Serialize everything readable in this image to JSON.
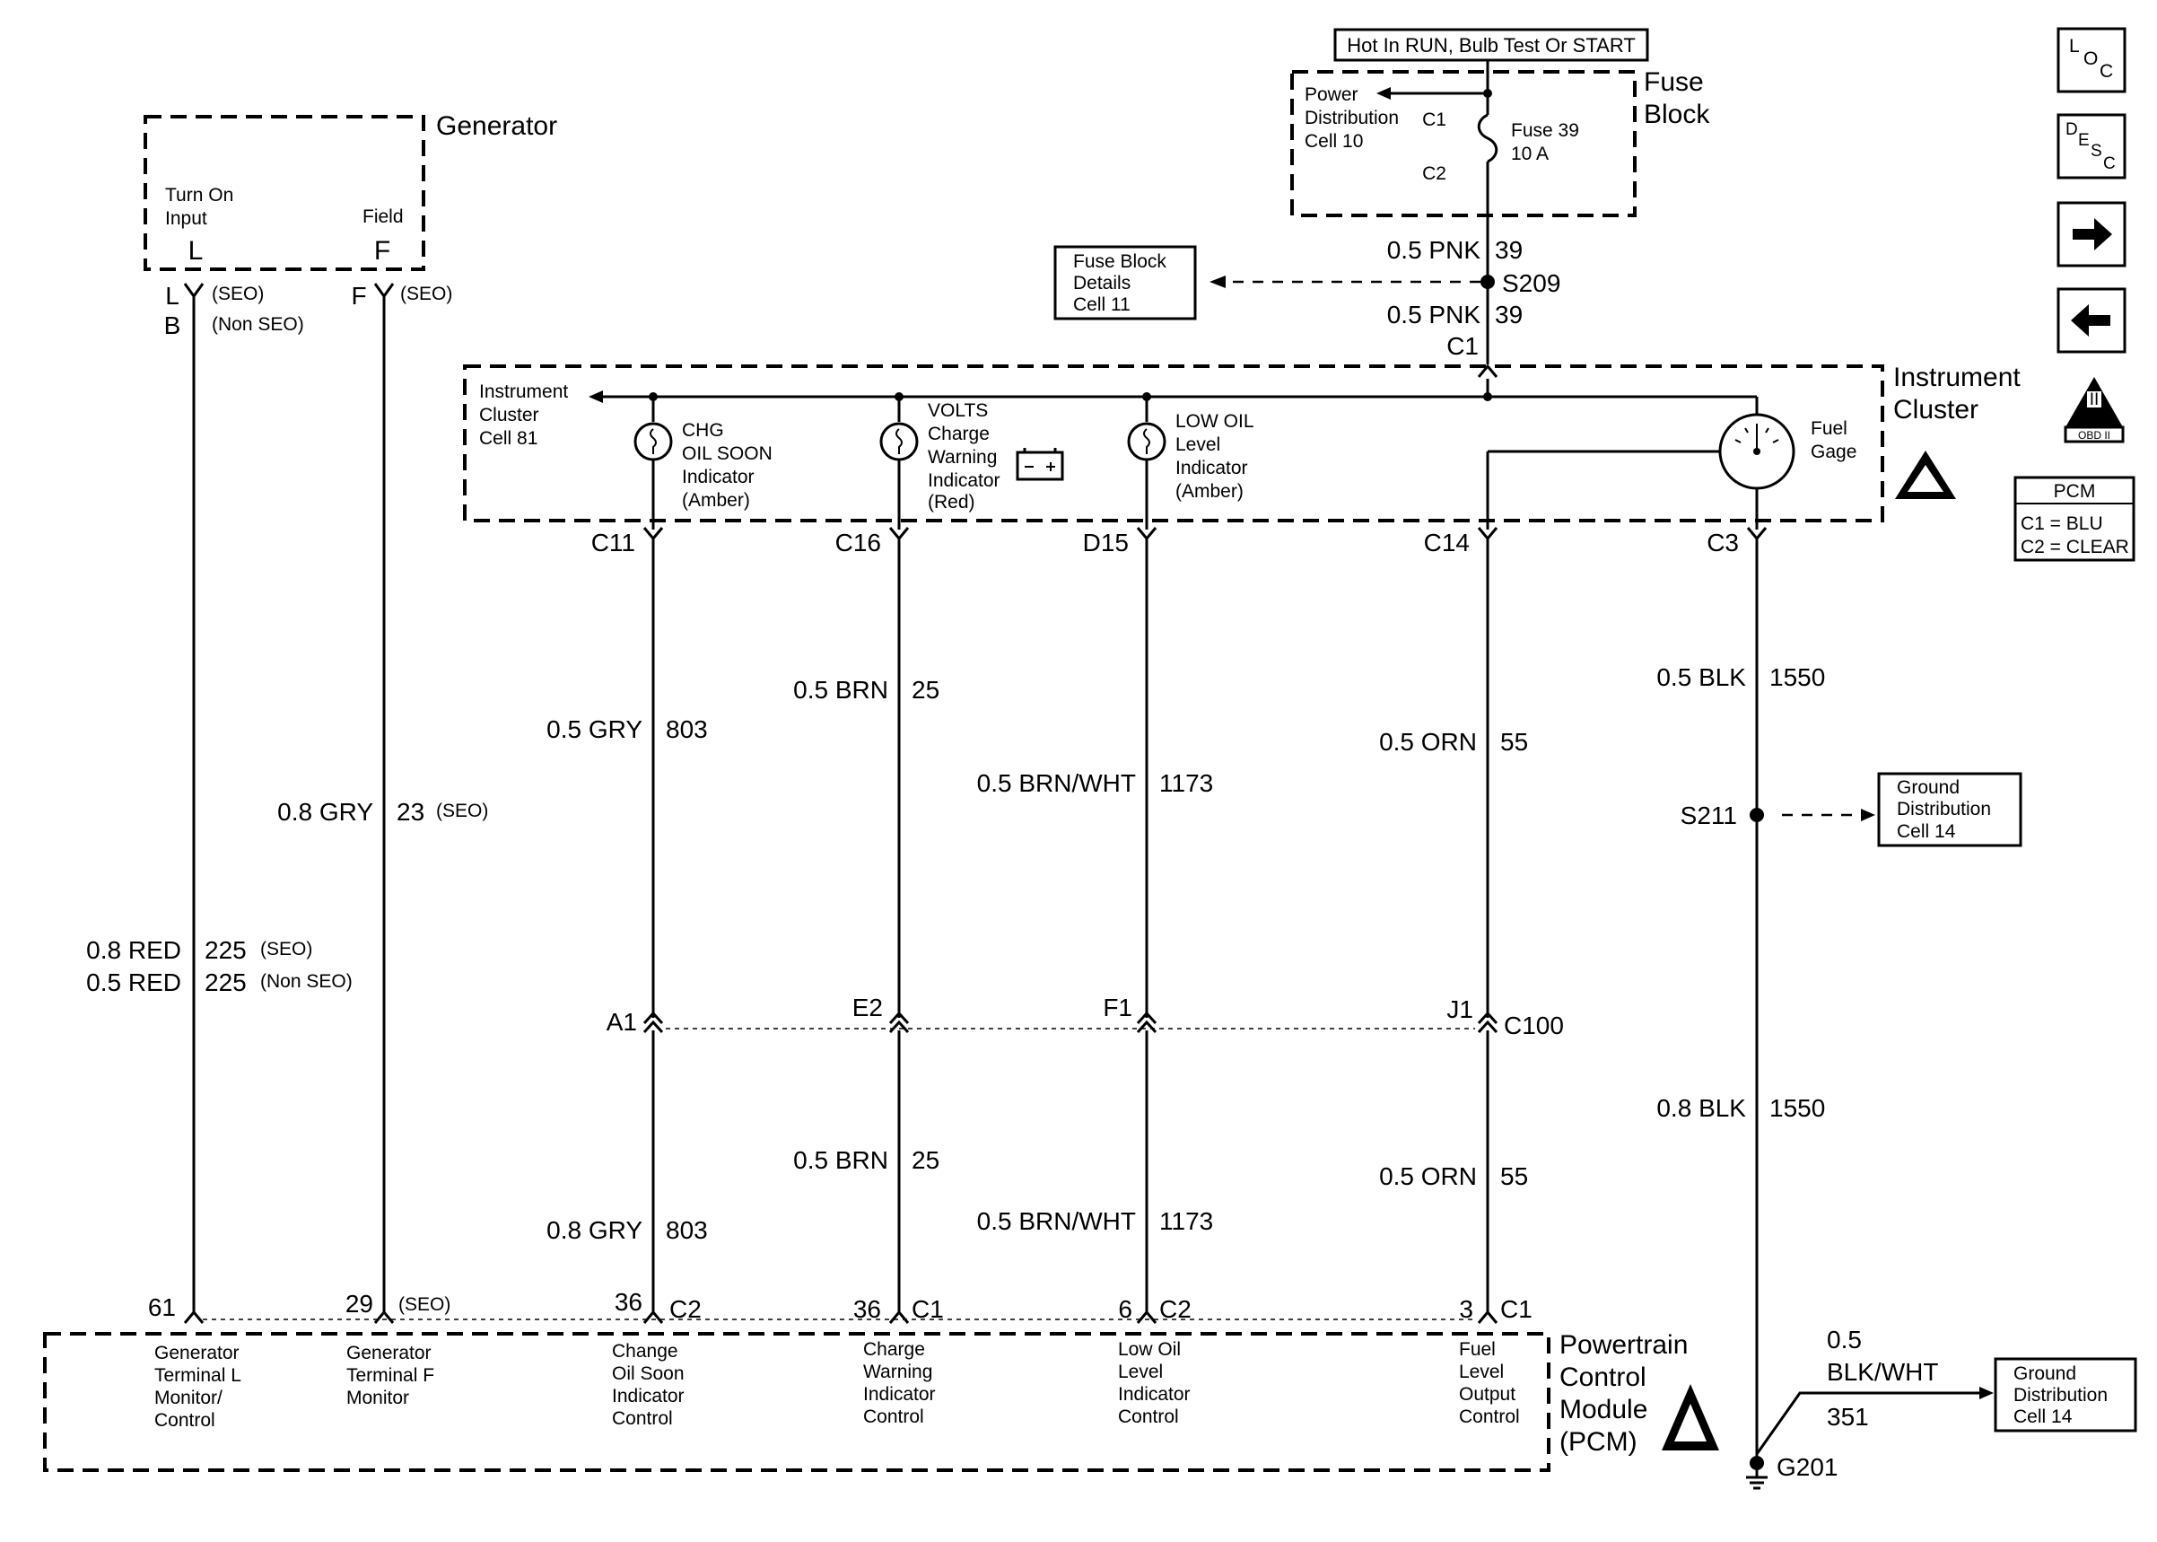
{
  "supply": {
    "hot_label": "Hot In RUN, Bulb Test Or START"
  },
  "fuse_block": {
    "title_line1": "Fuse",
    "title_line2": "Block",
    "power_ref": [
      "Power",
      "Distribution",
      "Cell 10"
    ],
    "fuse_line1": "Fuse 39",
    "fuse_line2": "10 A",
    "c1": "C1",
    "c2": "C2"
  },
  "feed": {
    "upper": {
      "size_color": "0.5 PNK",
      "circuit": "39"
    },
    "splice": "S209",
    "lower": {
      "size_color": "0.5 PNK",
      "circuit": "39"
    },
    "connector": "C1",
    "details_ref": [
      "Fuse Block",
      "Details",
      "Cell 11"
    ]
  },
  "generator": {
    "title": "Generator",
    "turn_on": [
      "Turn On",
      "Input"
    ],
    "turn_on_pin": "L",
    "field": "Field",
    "field_pin": "F",
    "l_label": "L",
    "b_label": "B",
    "seo": "(SEO)",
    "non_seo": "(Non SEO)",
    "f_label": "F",
    "f_seo": "(SEO)"
  },
  "cluster": {
    "title_line1": "Instrument",
    "title_line2": "Cluster",
    "ref": [
      "Instrument",
      "Cluster",
      "Cell 81"
    ],
    "chg": [
      "CHG",
      "OIL SOON",
      "Indicator",
      "(Amber)"
    ],
    "volts": [
      "VOLTS",
      "Charge",
      "Warning",
      "Indicator",
      "(Red)"
    ],
    "lowoil": [
      "LOW OIL",
      "Level",
      "Indicator",
      "(Amber)"
    ],
    "fuel": [
      "Fuel",
      "Gage"
    ],
    "pins": [
      "C11",
      "C16",
      "D15",
      "C14",
      "C3"
    ]
  },
  "wires": {
    "gen_l": {
      "lines": [
        {
          "size_color": "0.8 RED",
          "circuit": "225",
          "note": "(SEO)"
        },
        {
          "size_color": "0.5 RED",
          "circuit": "225",
          "note": "(Non SEO)"
        }
      ]
    },
    "gen_f": {
      "size_color": "0.8 GRY",
      "circuit": "23",
      "note": "(SEO)"
    },
    "chg_upper": {
      "size_color": "0.5 GRY",
      "circuit": "803"
    },
    "chg_lower": {
      "size_color": "0.8 GRY",
      "circuit": "803"
    },
    "volts_upper": {
      "size_color": "0.5 BRN",
      "circuit": "25"
    },
    "volts_lower": {
      "size_color": "0.5 BRN",
      "circuit": "25"
    },
    "oil_upper": {
      "size_color": "0.5 BRN/WHT",
      "circuit": "1173"
    },
    "oil_lower": {
      "size_color": "0.5 BRN/WHT",
      "circuit": "1173"
    },
    "fuel_upper": {
      "size_color": "0.5 ORN",
      "circuit": "55"
    },
    "fuel_lower": {
      "size_color": "0.5 ORN",
      "circuit": "55"
    },
    "gnd_upper": {
      "size_color": "0.5 BLK",
      "circuit": "1550"
    },
    "gnd_lower": {
      "size_color": "0.8 BLK",
      "circuit": "1550"
    },
    "pcm_gnd": {
      "size": "0.5",
      "color": "BLK/WHT",
      "circuit": "351"
    }
  },
  "c100": {
    "name": "C100",
    "pins": [
      "A1",
      "E2",
      "F1",
      "J1"
    ]
  },
  "ground": {
    "splice": "S211",
    "point": "G201",
    "ref1": [
      "Ground",
      "Distribution",
      "Cell 14"
    ],
    "ref2": [
      "Ground",
      "Distribution",
      "Cell 14"
    ]
  },
  "pcm": {
    "title": [
      "Powertrain",
      "Control",
      "Module",
      "(PCM)"
    ],
    "pins": [
      {
        "pin": "61",
        "conn": "",
        "label": [
          "Generator",
          "Terminal L",
          "Monitor/",
          "Control"
        ]
      },
      {
        "pin": "29",
        "conn": "(SEO)",
        "label": [
          "Generator",
          "Terminal F",
          "Monitor"
        ]
      },
      {
        "pin": "36",
        "conn": "C2",
        "label": [
          "Change",
          "Oil Soon",
          "Indicator",
          "Control"
        ]
      },
      {
        "pin": "36",
        "conn": "C1",
        "label": [
          "Charge",
          "Warning",
          "Indicator",
          "Control"
        ]
      },
      {
        "pin": "6",
        "conn": "C2",
        "label": [
          "Low Oil",
          "Level",
          "Indicator",
          "Control"
        ]
      },
      {
        "pin": "3",
        "conn": "C1",
        "label": [
          "Fuel",
          "Level",
          "Output",
          "Control"
        ]
      }
    ],
    "legend_title": "PCM",
    "legend_c1": "C1 = BLU",
    "legend_c2": "C2 = CLEAR"
  },
  "nav": {
    "obd": "OBD II",
    "obd_roman": "II"
  }
}
